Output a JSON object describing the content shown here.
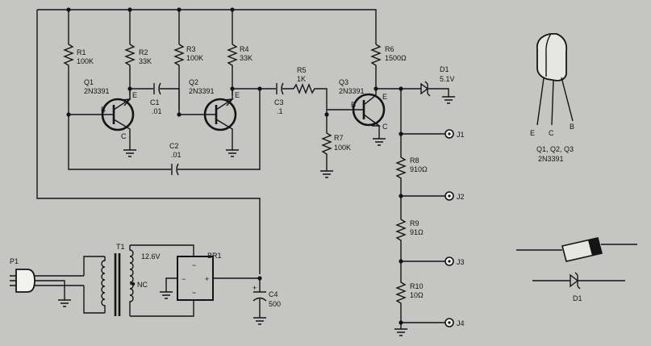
{
  "colors": {
    "background": "#c5c6c3",
    "ink": "#141414"
  },
  "components": {
    "r1": {
      "ref": "R1",
      "value": "100K"
    },
    "r2": {
      "ref": "R2",
      "value": "33K"
    },
    "r3": {
      "ref": "R3",
      "value": "100K"
    },
    "r4": {
      "ref": "R4",
      "value": "33K"
    },
    "r5": {
      "ref": "R5",
      "value": "1K"
    },
    "r6": {
      "ref": "R6",
      "value": "1500Ω"
    },
    "r7": {
      "ref": "R7",
      "value": "100K"
    },
    "r8": {
      "ref": "R8",
      "value": "910Ω"
    },
    "r9": {
      "ref": "R9",
      "value": "91Ω"
    },
    "r10": {
      "ref": "R10",
      "value": "10Ω"
    },
    "c1": {
      "ref": "C1",
      "value": ".01"
    },
    "c2": {
      "ref": "C2",
      "value": ".01"
    },
    "c3": {
      "ref": "C3",
      "value": ".1"
    },
    "c4": {
      "ref": "C4",
      "value": "500"
    },
    "q1": {
      "ref": "Q1",
      "part": "2N3391"
    },
    "q2": {
      "ref": "Q2",
      "part": "2N3391"
    },
    "q3": {
      "ref": "Q3",
      "part": "2N3391"
    },
    "d1": {
      "ref": "D1",
      "value": "5.1V"
    },
    "t1": {
      "ref": "T1",
      "secondary": "12.6V",
      "nc": "NC"
    },
    "br1": {
      "ref": "BR1"
    },
    "p1": {
      "ref": "P1"
    }
  },
  "pins": {
    "b": "B",
    "e": "E",
    "c": "C"
  },
  "jacks": [
    "J1",
    "J2",
    "J3",
    "J4"
  ],
  "bridge_marks": {
    "plus": "+",
    "minus": "−",
    "ac": "~"
  },
  "c4_polarity": "+",
  "package": {
    "title": "Q1, Q2, Q3",
    "part": "2N3391",
    "pin_e": "E",
    "pin_c": "C",
    "pin_b": "B"
  },
  "diode_detail": {
    "label": "D1"
  }
}
